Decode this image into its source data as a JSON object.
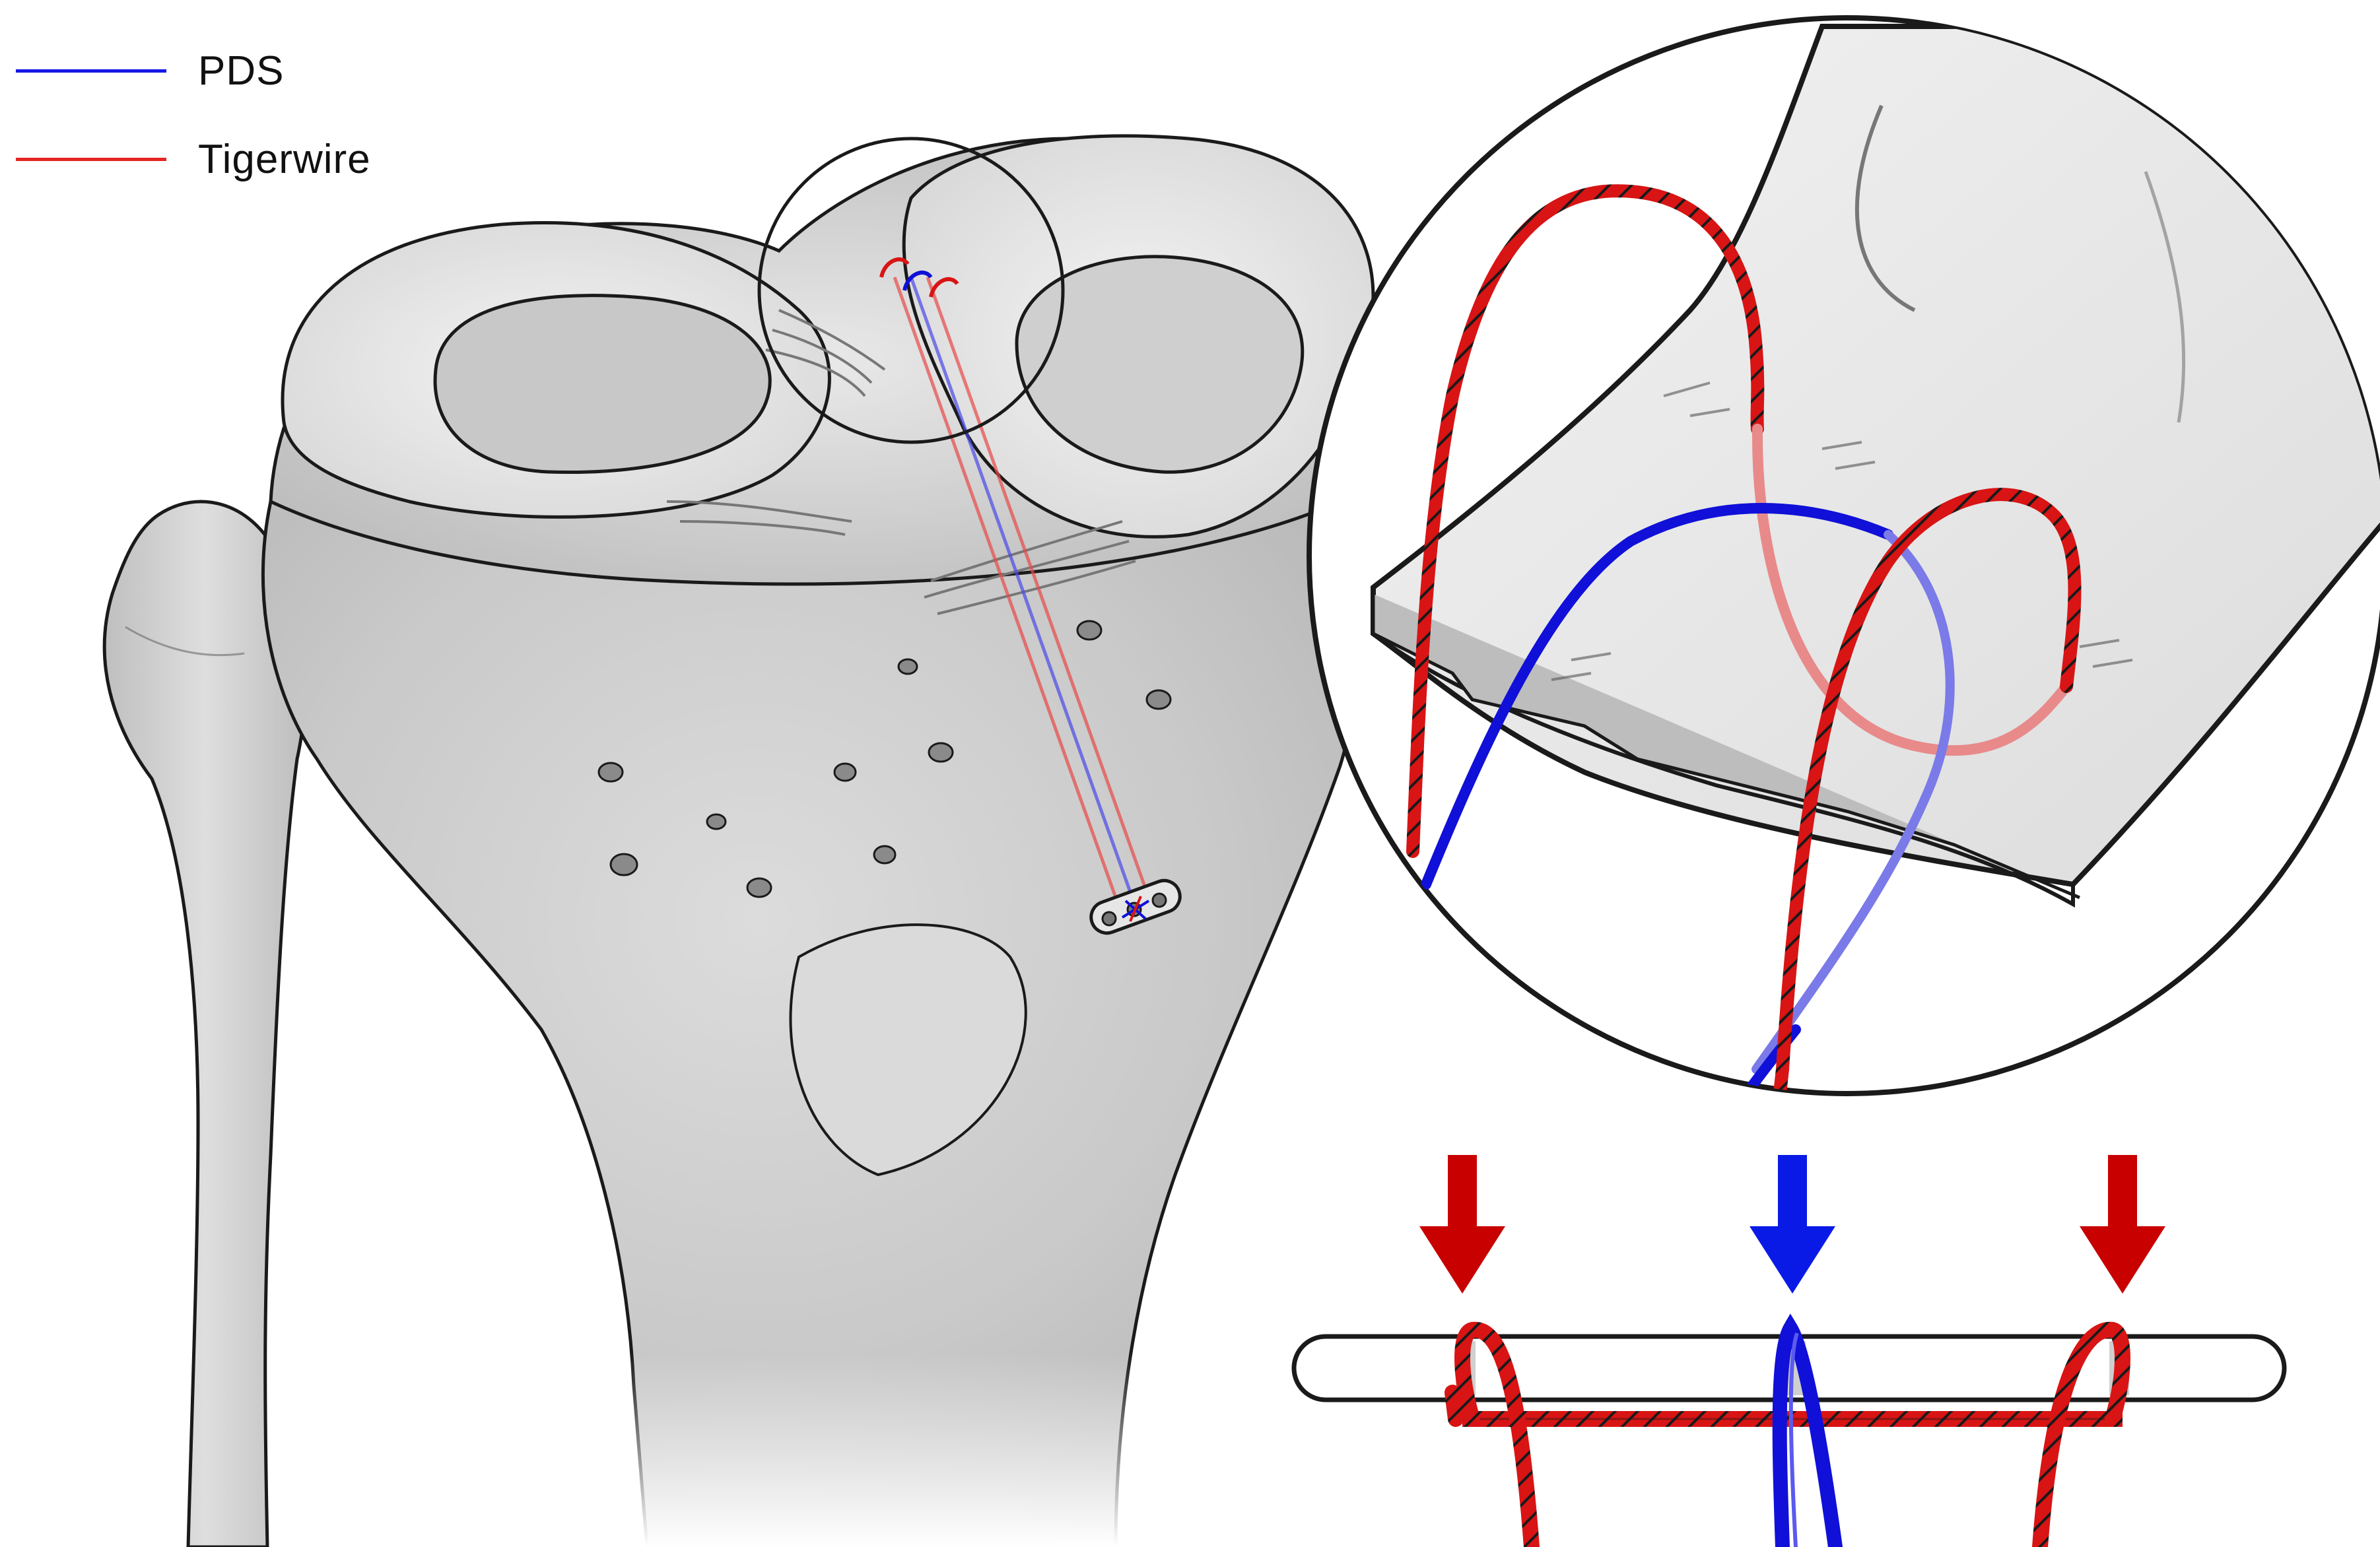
{
  "legend": {
    "items": [
      {
        "label": "PDS",
        "color": "#1717e6"
      },
      {
        "label": "Tigerwire",
        "color": "#e62424"
      }
    ]
  },
  "colors": {
    "pds": "#1010d8",
    "tigerwire": "#d81414",
    "bone": "#d9d9d9",
    "cartilage": "#efefef",
    "outline": "#1a1a1a",
    "arrow_red": "#c80000",
    "arrow_blue": "#0a1ae6"
  },
  "icons": [
    "tibia-bone",
    "meniscus",
    "magnifier-circle",
    "cortical-button",
    "suture-strand",
    "down-arrow"
  ]
}
